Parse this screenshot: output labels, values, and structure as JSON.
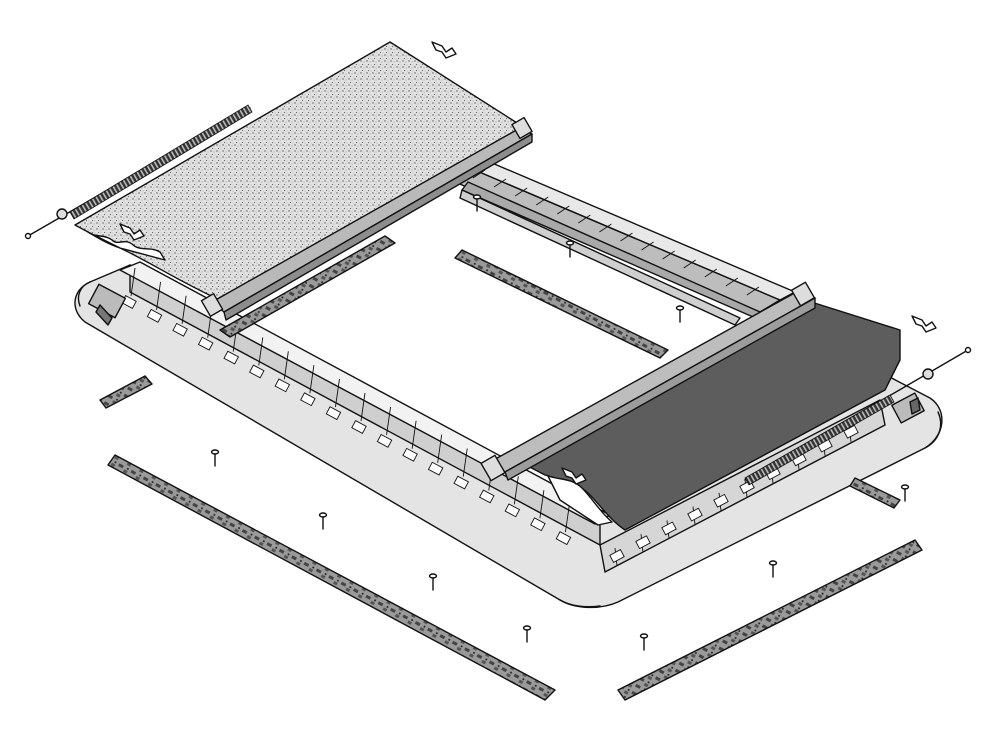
{
  "figure": {
    "kind": "exploded-isometric-assembly",
    "background": "#ffffff",
    "colors": {
      "line": "#111111",
      "frame_fill": "#dcdcdc",
      "frame_wall": "#c8c8c8",
      "insect_screen": "#d8d8d8",
      "blackout_blind": "#5a5a5a",
      "blind_cassette": "#bdbdbd",
      "seal_strip": "#8a8a8a"
    },
    "components": [
      {
        "name": "frame",
        "icon": "rounded-rectangular-frame"
      },
      {
        "name": "insect-screen-blind",
        "icon": "speckled-fabric-roller"
      },
      {
        "name": "blackout-blind",
        "icon": "dark-fabric-roller"
      },
      {
        "name": "guide-rail",
        "icon": "ribbed-rail"
      },
      {
        "name": "spring-rod",
        "icon": "coil-spring-rod"
      },
      {
        "name": "gasket-strip",
        "icon": "textured-strip"
      },
      {
        "name": "screw",
        "icon": "screw-icon"
      },
      {
        "name": "clip",
        "icon": "clip-icon"
      }
    ]
  }
}
